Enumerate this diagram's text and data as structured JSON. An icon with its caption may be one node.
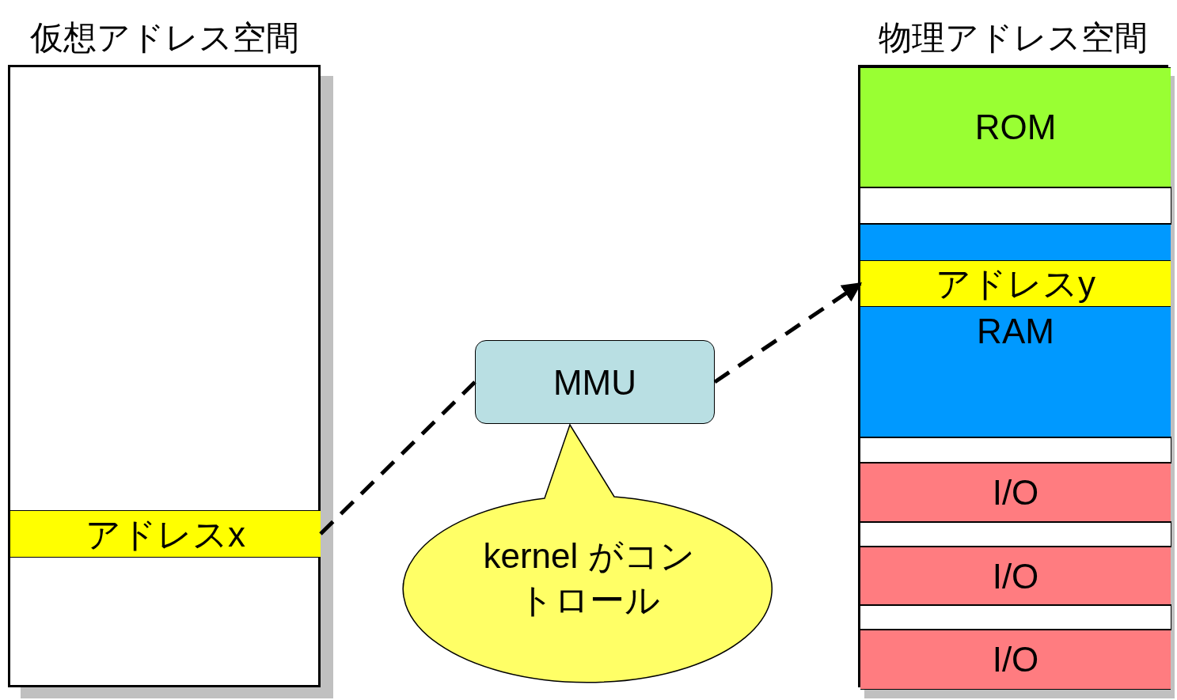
{
  "diagram": {
    "nodes": [
      {
        "text": [
          "仮想アドレス空間"
        ]
      },
      {
        "text": [
          "アドレスx"
        ],
        "in": 0
      },
      {
        "text": [
          "物理アドレス空間"
        ]
      },
      {
        "text": [
          "ROM"
        ],
        "in": 2
      },
      {
        "text": [],
        "shape": "box",
        "in": 2
      },
      {
        "text": [
          "RAM"
        ],
        "in": 2
      },
      {
        "text": [
          "アドレスy"
        ],
        "in": 5
      },
      {
        "text": [],
        "shape": "box",
        "in": 2
      },
      {
        "text": [
          "I/O"
        ],
        "in": 2
      },
      {
        "text": [],
        "shape": "box",
        "in": 2
      },
      {
        "text": [
          "I/O"
        ],
        "in": 2
      },
      {
        "text": [],
        "shape": "box",
        "in": 2
      },
      {
        "text": [
          "I/O"
        ],
        "in": 2
      },
      {
        "text": [
          "MMU"
        ]
      },
      {
        "text": [
          "kernel がコントロール"
        ]
      }
    ],
    "edges": [
      {
        "from": 1,
        "to": 13,
        "arrow": "none",
        "style": "dashed"
      },
      {
        "from": 13,
        "to": 6,
        "arrow": "to",
        "style": "dashed"
      }
    ]
  }
}
